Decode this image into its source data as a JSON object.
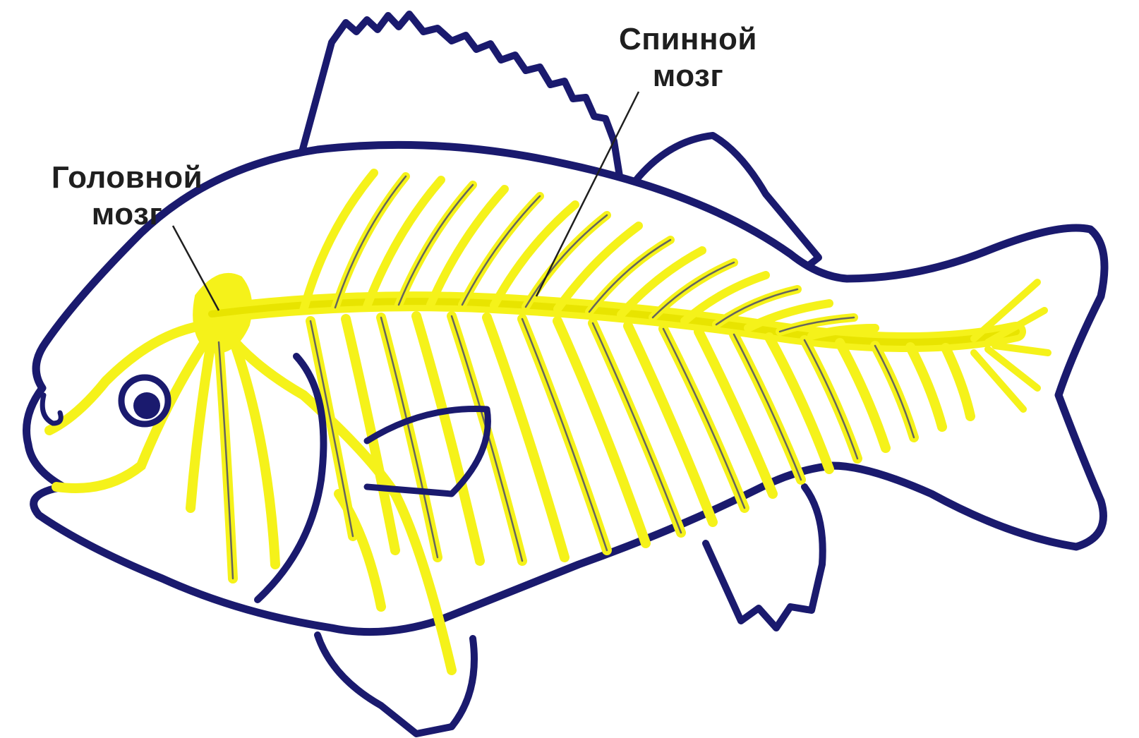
{
  "labels": {
    "spinal_cord": {
      "line1": "Спинной",
      "line2": "мозг"
    },
    "brain": {
      "line1": "Головной",
      "line2": "мозг"
    }
  },
  "colors": {
    "outline": "#1a1a6e",
    "nerves": "#f5f21a",
    "nerve_lines": "#2a2a7a",
    "background": "#ffffff"
  }
}
